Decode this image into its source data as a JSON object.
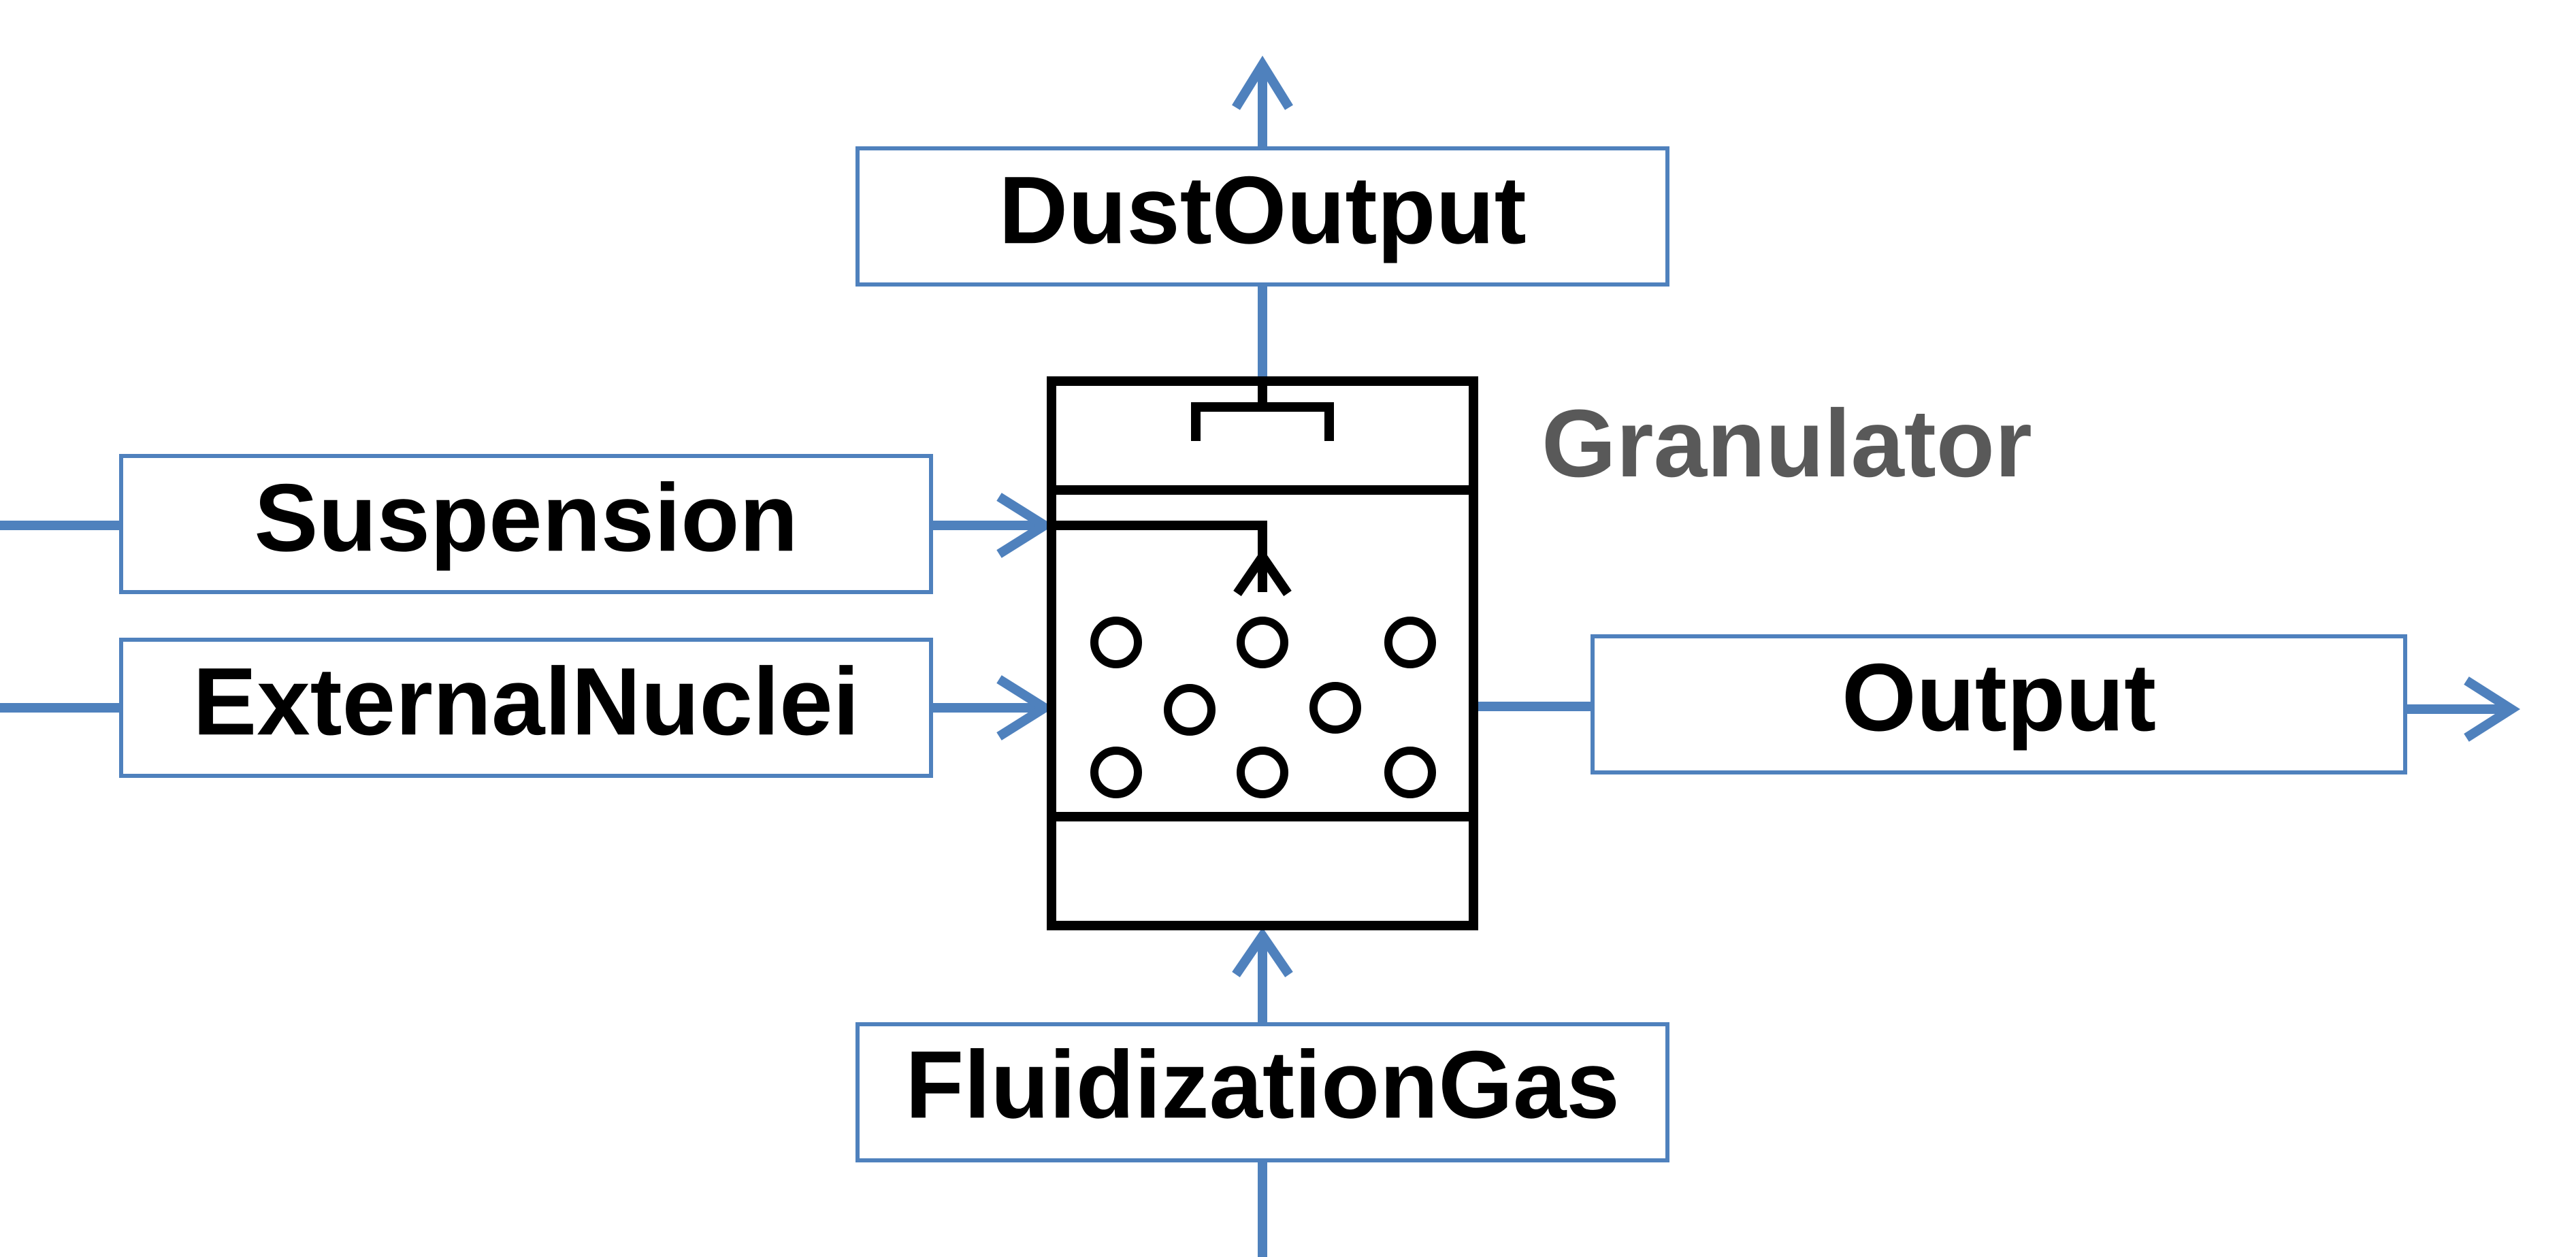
{
  "diagram": {
    "unit": {
      "label": "Granulator",
      "label_color": "#595959"
    },
    "ports": {
      "dust_output": "DustOutput",
      "suspension": "Suspension",
      "external_nuclei": "ExternalNuclei",
      "output": "Output",
      "fluidization_gas": "FluidizationGas"
    },
    "colors": {
      "stream": "#4F81BD",
      "apparatus": "#000000",
      "background": "#FFFFFF"
    }
  }
}
